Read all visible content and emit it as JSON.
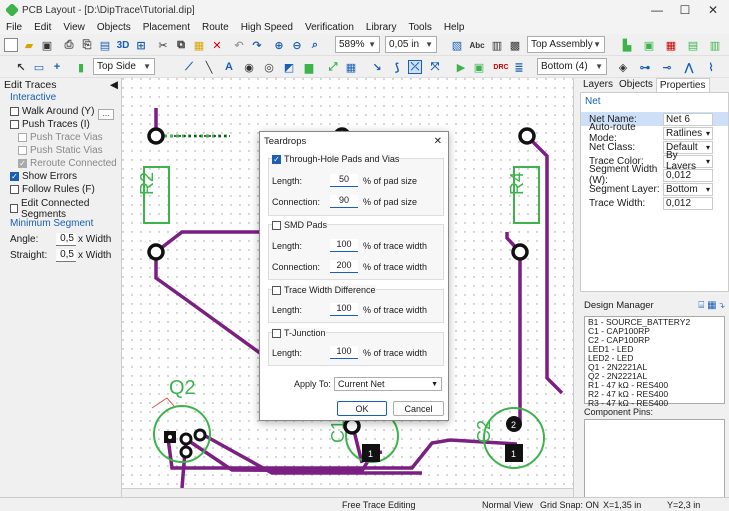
{
  "window": {
    "title": "PCB Layout - [D:\\DipTrace\\Tutorial.dip]",
    "minimize": "—",
    "maximize": "☐",
    "close": "✕"
  },
  "menu": [
    "File",
    "Edit",
    "View",
    "Objects",
    "Placement",
    "Route",
    "High Speed",
    "Verification",
    "Library",
    "Tools",
    "Help"
  ],
  "toolbar1": {
    "zoom": "589%",
    "grid": "0,05 in",
    "view_side": "Top Assembly"
  },
  "toolbar2": {
    "layer": "Top Side",
    "layer2": "Bottom (4)"
  },
  "left_panel": {
    "title": "Edit Traces",
    "interactive_label": "Interactive",
    "options": [
      {
        "label": "Walk Around (Y)",
        "checked": false,
        "disabled": false,
        "indent": false
      },
      {
        "label": "Push Traces (I)",
        "checked": false,
        "disabled": false,
        "indent": false
      },
      {
        "label": "Push Trace Vias",
        "checked": false,
        "disabled": true,
        "indent": true
      },
      {
        "label": "Push Static Vias",
        "checked": false,
        "disabled": true,
        "indent": true
      },
      {
        "label": "Reroute Connected",
        "checked": true,
        "disabled": true,
        "indent": true
      },
      {
        "label": "Show Errors",
        "checked": true,
        "disabled": false,
        "indent": false
      },
      {
        "label": "Follow Rules (F)",
        "checked": false,
        "disabled": false,
        "indent": false
      }
    ],
    "edit_connected": "Edit Connected Segments",
    "min_segment_label": "Minimum Segment",
    "angle_label": "Angle:",
    "angle_value": "0,5",
    "angle_unit": "x Width",
    "straight_label": "Straight:",
    "straight_value": "0,5",
    "straight_unit": "x Width",
    "walk_btn": "..."
  },
  "canvas": {
    "labels": {
      "r2": "R2",
      "r4": "R4",
      "q2": "Q2",
      "c1": "C1",
      "c2": "C2",
      "pad1": "1",
      "pad2": "2"
    }
  },
  "right_panel": {
    "tabs": [
      "Layers",
      "Objects",
      "Properties"
    ],
    "net_label": "Net",
    "props": [
      {
        "k": "Net Name:",
        "v": "Net 6",
        "dd": false
      },
      {
        "k": "Auto-route Mode:",
        "v": "Ratlines",
        "dd": true
      },
      {
        "k": "Net Class:",
        "v": "Default",
        "dd": true
      },
      {
        "k": "Trace Color:",
        "v": "By Layers",
        "dd": true
      },
      {
        "k": "Segment Width (W):",
        "v": "0,012",
        "dd": false
      },
      {
        "k": "Segment Layer:",
        "v": "Bottom",
        "dd": true
      },
      {
        "k": "Trace Width:",
        "v": "0,012",
        "dd": false
      }
    ],
    "design_manager": "Design Manager",
    "components": [
      "B1 - SOURCE_BATTERY2",
      "C1 - CAP100RP",
      "C2 - CAP100RP",
      "LED1 - LED",
      "LED2 - LED",
      "Q1 - 2N2221AL",
      "Q2 - 2N2221AL",
      "R1 - 47 kΩ - RES400",
      "R2 - 47 kΩ - RES400",
      "R3 - 47 kΩ - RES400"
    ],
    "component_pins": "Component Pins:"
  },
  "dialog": {
    "title": "Teardrops",
    "close": "✕",
    "through_hole": "Through-Hole Pads and Vias",
    "length_label": "Length:",
    "connection_label": "Connection:",
    "th_length": "50",
    "th_length_unit": "% of pad size",
    "th_conn": "90",
    "th_conn_unit": "% of pad size",
    "smd": "SMD Pads",
    "smd_length": "100",
    "smd_length_unit": "% of trace width",
    "smd_conn": "200",
    "smd_conn_unit": "% of trace width",
    "twd": "Trace Width Difference",
    "twd_length": "100",
    "twd_length_unit": "% of trace width",
    "tj": "T-Junction",
    "tj_length": "100",
    "tj_length_unit": "% of trace width",
    "apply_label": "Apply To:",
    "apply_value": "Current Net",
    "ok": "OK",
    "cancel": "Cancel"
  },
  "status": {
    "mode": "Free Trace Editing",
    "view": "Normal View",
    "grid_snap": "Grid Snap: ON",
    "x": "X=1,35 in",
    "y": "Y=2,3 in"
  },
  "colors": {
    "trace": "#7b1f82",
    "copper": "#3cb44b",
    "accent": "#1a5fb4"
  }
}
